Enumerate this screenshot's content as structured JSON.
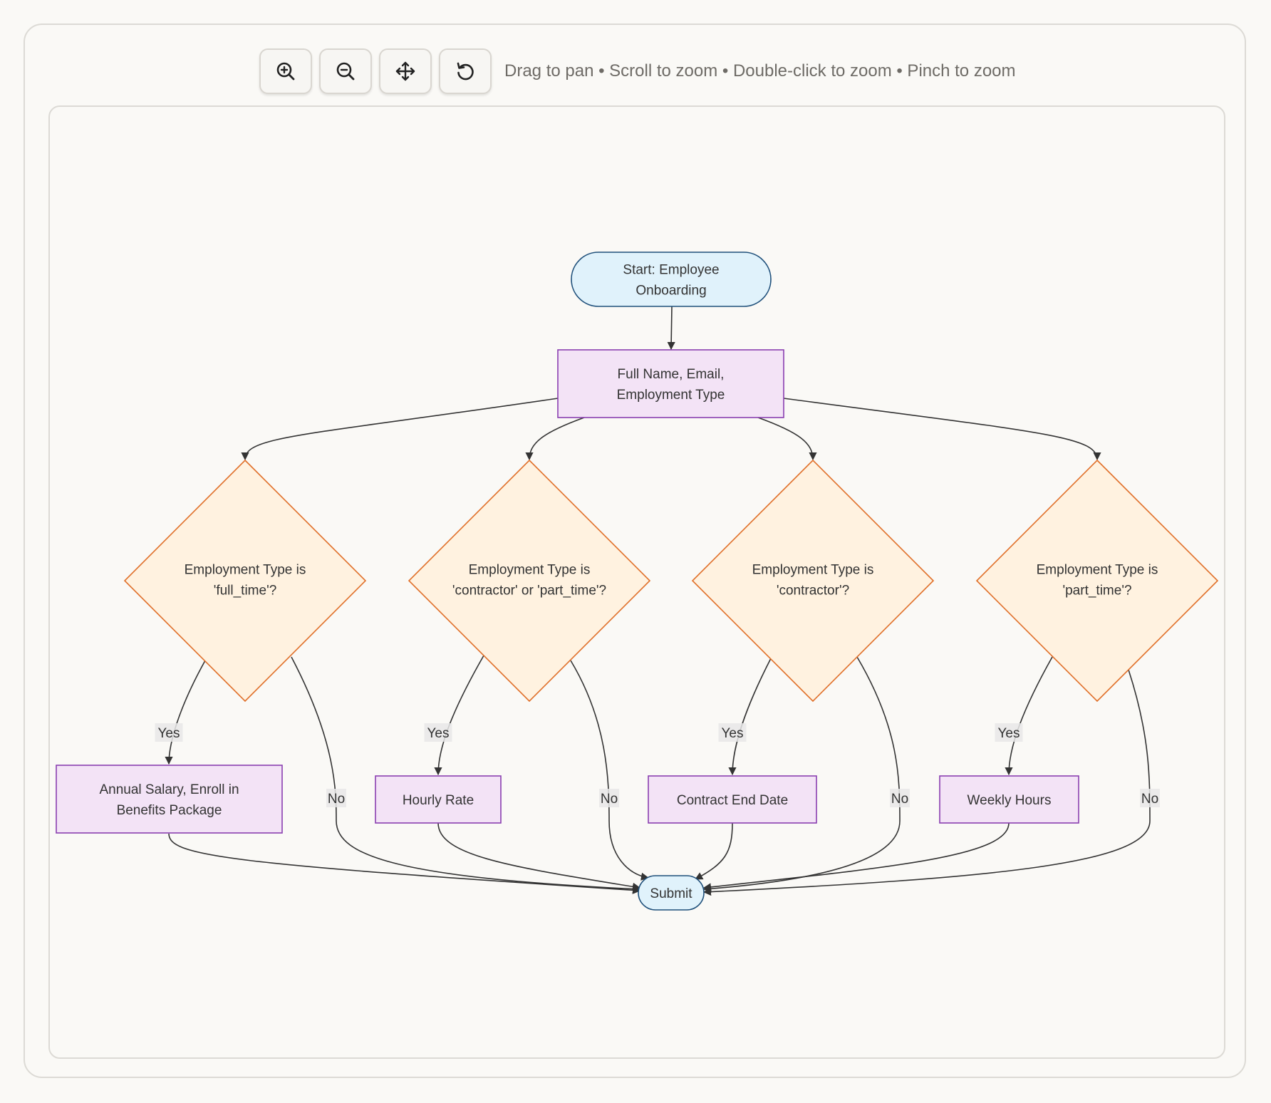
{
  "toolbar": {
    "buttons": [
      {
        "name": "zoom-in-button",
        "icon": "zoom-in-icon"
      },
      {
        "name": "zoom-out-button",
        "icon": "zoom-out-icon"
      },
      {
        "name": "pan-button",
        "icon": "move-arrows-icon"
      },
      {
        "name": "reset-button",
        "icon": "reset-rotate-icon"
      }
    ],
    "hint": "Drag to pan • Scroll to zoom • Double-click to zoom • Pinch to zoom"
  },
  "colors": {
    "terminal_fill": "#e0f2fb",
    "terminal_stroke": "#1e4f7a",
    "process_fill": "#f3e3f6",
    "process_stroke": "#8a3fb0",
    "decision_fill": "#fff2e0",
    "decision_stroke": "#e0702a",
    "edge": "#333333",
    "edge_label_bg": "#e8e8e8"
  },
  "diagram": {
    "nodes": {
      "start": {
        "lines": [
          "Start: Employee",
          "Onboarding"
        ]
      },
      "fields": {
        "lines": [
          "Full Name, Email,",
          "Employment Type"
        ]
      },
      "d1": {
        "lines": [
          "Employment Type is",
          "'full_time'?"
        ]
      },
      "d2": {
        "lines": [
          "Employment Type is",
          "'contractor' or 'part_time'?"
        ]
      },
      "d3": {
        "lines": [
          "Employment Type is",
          "'contractor'?"
        ]
      },
      "d4": {
        "lines": [
          "Employment Type is",
          "'part_time'?"
        ]
      },
      "p1": {
        "lines": [
          "Annual Salary, Enroll in",
          "Benefits Package"
        ]
      },
      "p2": {
        "lines": [
          "Hourly Rate"
        ]
      },
      "p3": {
        "lines": [
          "Contract End Date"
        ]
      },
      "p4": {
        "lines": [
          "Weekly Hours"
        ]
      },
      "submit": {
        "lines": [
          "Submit"
        ]
      }
    },
    "edge_labels": {
      "yes": "Yes",
      "no": "No"
    }
  }
}
